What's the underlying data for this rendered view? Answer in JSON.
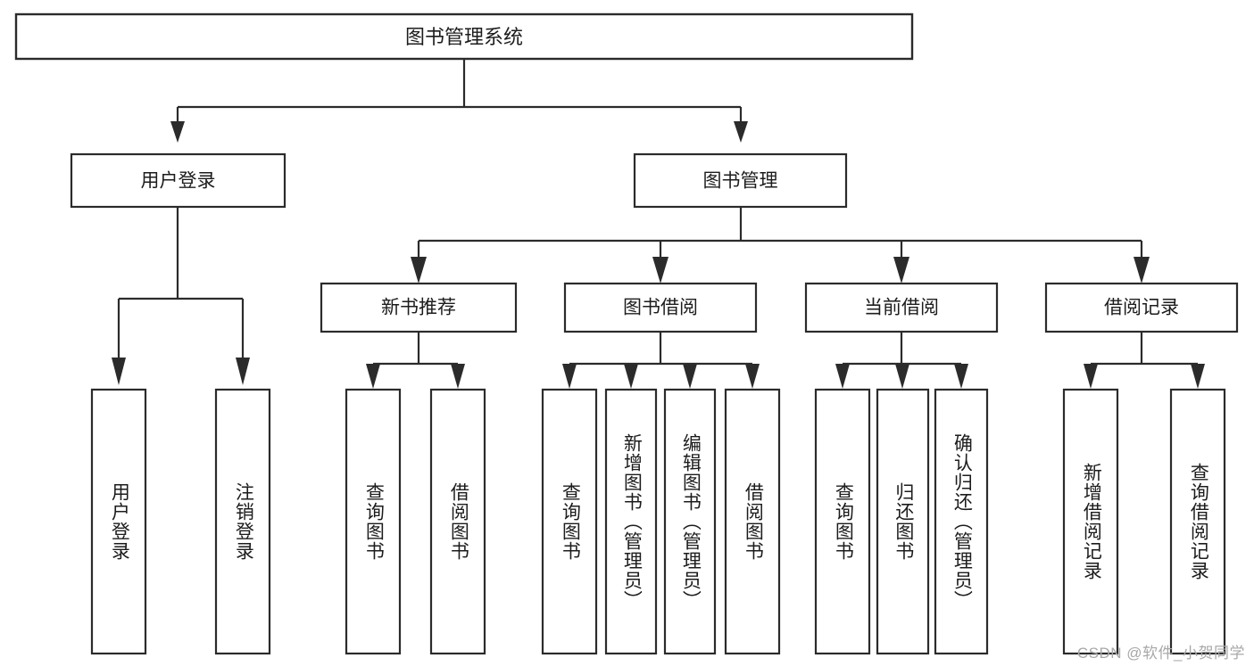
{
  "diagram": {
    "type": "tree",
    "title": "图书管理系统",
    "orientation": "top-down",
    "colors": {
      "stroke": "#2b2b2b",
      "fill": "#ffffff",
      "text": "#1c1c1c",
      "watermark": "#a8a8a8",
      "background": "#ffffff"
    },
    "root": {
      "label": "图书管理系统",
      "level": 1
    },
    "level2": [
      {
        "label": "用户登录"
      },
      {
        "label": "图书管理"
      }
    ],
    "level3": [
      {
        "label": "新书推荐"
      },
      {
        "label": "图书借阅"
      },
      {
        "label": "当前借阅"
      },
      {
        "label": "借阅记录"
      }
    ],
    "leaves": {
      "user_login": [
        {
          "label": "用户登录"
        },
        {
          "label": "注销登录"
        }
      ],
      "new_book_recommend": [
        {
          "label": "查询图书"
        },
        {
          "label": "借阅图书"
        }
      ],
      "book_borrow": [
        {
          "label": "查询图书"
        },
        {
          "label": "新增图书（管理员）"
        },
        {
          "label": "编辑图书（管理员）"
        },
        {
          "label": "借阅图书"
        }
      ],
      "current_borrow": [
        {
          "label": "查询图书"
        },
        {
          "label": "归还图书"
        },
        {
          "label": "确认归还（管理员）"
        }
      ],
      "borrow_record": [
        {
          "label": "新增借阅记录"
        },
        {
          "label": "查询借阅记录"
        }
      ]
    }
  },
  "watermark": {
    "text": "CSDN @软件_小贺同学"
  }
}
